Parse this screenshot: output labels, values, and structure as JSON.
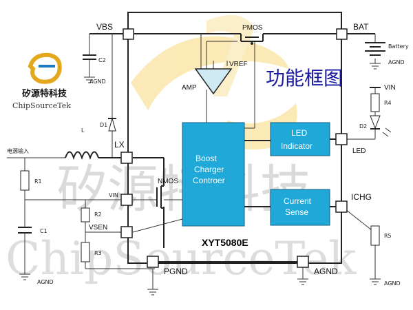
{
  "title": "功能框图",
  "part_number": "XYT5080E",
  "brand": {
    "name_cn": "矽源特科技",
    "name_en": "ChipSourceTek"
  },
  "watermark": {
    "cn": "矽源特科技",
    "en": "ChipSourceTek"
  },
  "pins": {
    "vbs": "VBS",
    "bat": "BAT",
    "lx": "LX",
    "vin": "VIN",
    "vsen": "VSEN",
    "pgnd": "PGND",
    "agnd": "AGND",
    "led": "LED",
    "ichg": "ICHG"
  },
  "blocks": {
    "boost": [
      "Boost",
      "Charger",
      "Controer"
    ],
    "led": [
      "LED",
      "Indicator"
    ],
    "current": [
      "Current",
      "Sense"
    ]
  },
  "internal": {
    "pmos": "PMOS",
    "nmos": "NMOS",
    "amp": "AMP",
    "vref": "VREF"
  },
  "components": {
    "c1": "C1",
    "c2": "C2",
    "r1": "R1",
    "r2": "R2",
    "r3": "R3",
    "r4": "R4",
    "r5": "R5",
    "l": "L",
    "d1": "D1",
    "d2": "D2",
    "battery": "Battery",
    "vin_ext": "VIN",
    "power_input": "电源输入",
    "agnd": "AGND"
  }
}
